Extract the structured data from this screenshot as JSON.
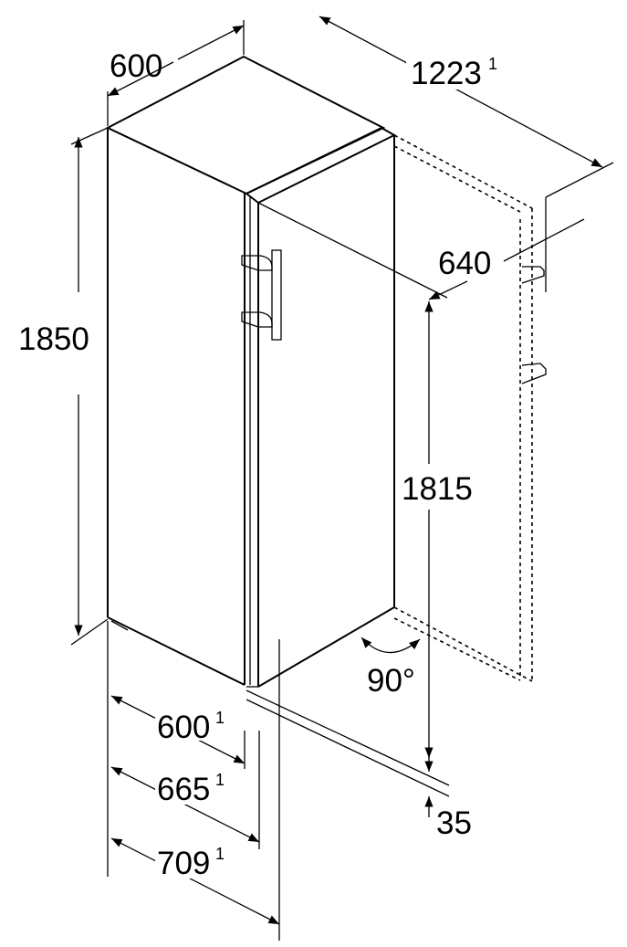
{
  "dimensions": {
    "width_top": "600",
    "depth_door_open": "1223",
    "depth_door_open_note": "1",
    "height_total": "1850",
    "depth_door_open_90": "640",
    "height_hinge": "1815",
    "door_angle": "90°",
    "depth_body": "600",
    "depth_body_note": "1",
    "depth_with_door": "665",
    "depth_with_door_note": "1",
    "depth_with_handle": "709",
    "depth_with_handle_note": "1",
    "wall_clearance": "35"
  }
}
